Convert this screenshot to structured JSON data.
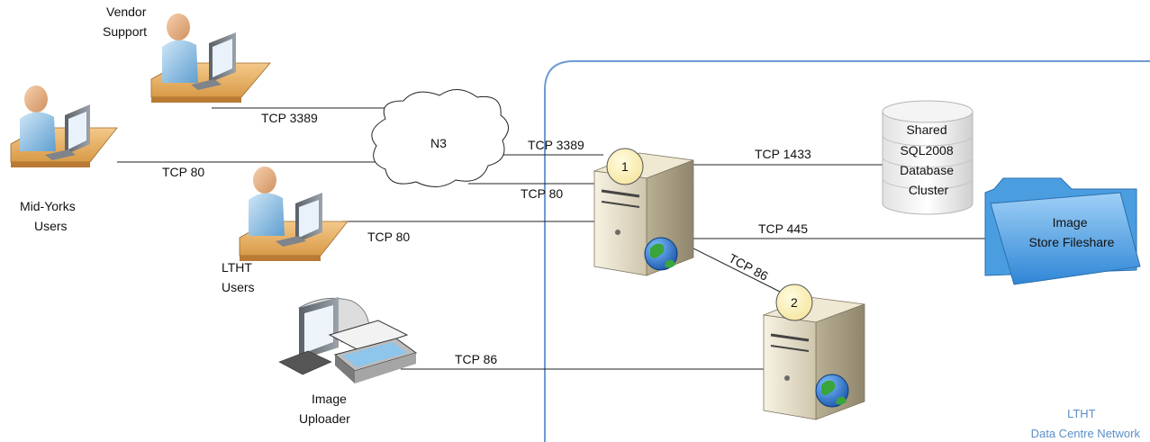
{
  "nodes": {
    "vendor_support": [
      "Vendor",
      "Support"
    ],
    "mid_yorks_users": [
      "Mid-Yorks",
      "Users"
    ],
    "ltht_users": [
      "LTHT",
      "Users"
    ],
    "image_uploader": [
      "Image",
      "Uploader"
    ],
    "n3": "N3",
    "server_1_marker": "1",
    "server_2_marker": "2",
    "sql_cluster": [
      "Shared",
      "SQL2008",
      "Database",
      "Cluster"
    ],
    "image_store": [
      "Image",
      "Store Fileshare"
    ],
    "lthtnet": [
      "LTHT",
      "Data Centre Network"
    ]
  },
  "connections": {
    "vendor_n3": "TCP 3389",
    "midyorks_n3": "TCP 80",
    "n3_server_3389": "TCP 3389",
    "n3_server_80": "TCP 80",
    "lthtusers_server": "TCP 80",
    "server_sql": "TCP 1433",
    "server_fileshare": "TCP 445",
    "server1_server2": "TCP 86",
    "uploader_server2": "TCP 86"
  },
  "colors": {
    "network_boundary": "#6d9bd1",
    "folder": "#4a9ee0",
    "globe": "#2f7fd8"
  }
}
